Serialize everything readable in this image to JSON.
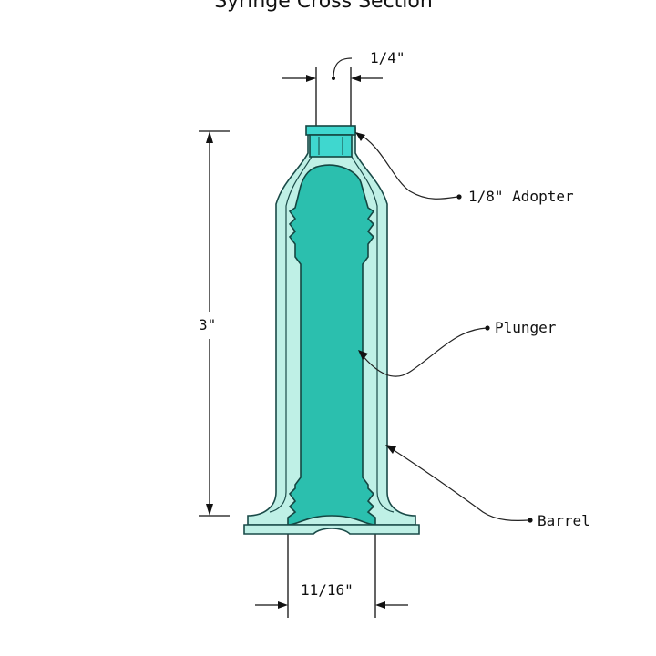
{
  "title": "Syringe Cross Section",
  "dimensions": {
    "nozzle_width": "1/4\"",
    "height": "3\"",
    "base_width": "11/16\""
  },
  "callouts": {
    "adapter": "1/8\" Adopter",
    "plunger": "Plunger",
    "barrel": "Barrel"
  },
  "colors": {
    "barrel": "#bff0e6",
    "plunger": "#2bbfae",
    "adapter": "#3fd7cf"
  }
}
